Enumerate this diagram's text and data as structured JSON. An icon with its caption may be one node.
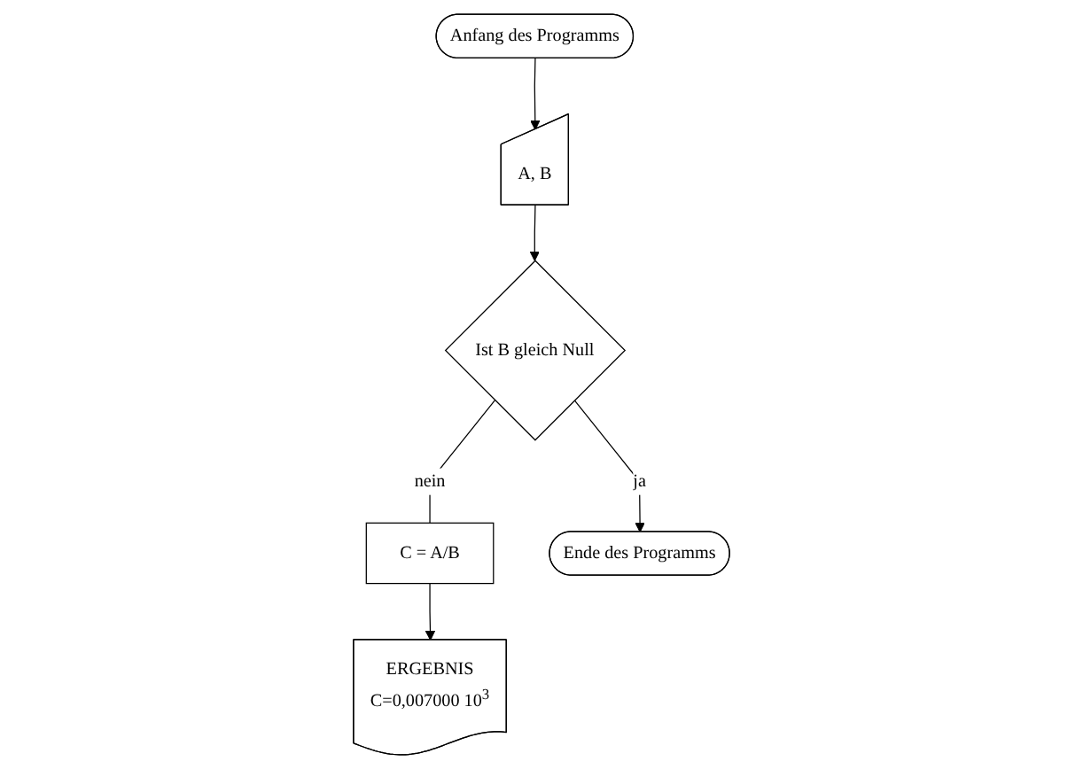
{
  "diagram": {
    "nodes": [
      {
        "text": [
          "Anfang des Programms"
        ]
      },
      {
        "text": [
          "A, B"
        ]
      },
      {
        "text": [
          "Ist B gleich Null"
        ]
      },
      {
        "text": [
          "C = A/B"
        ]
      },
      {
        "text": [
          "ERGEBNIS",
          "C=0,007000 10$^{3}$"
        ]
      },
      {
        "text": [
          "Ende des Programms"
        ]
      }
    ],
    "edges": [
      {
        "from": 0,
        "to": 1,
        "arrow": "to"
      },
      {
        "from": 1,
        "to": 2,
        "arrow": "to"
      },
      {
        "from": 2,
        "to": 3,
        "arrow": "none",
        "label": "nein"
      },
      {
        "from": 3,
        "to": 4,
        "arrow": "to"
      },
      {
        "from": 2,
        "to": 5,
        "arrow": "to",
        "label": "ja"
      }
    ]
  }
}
